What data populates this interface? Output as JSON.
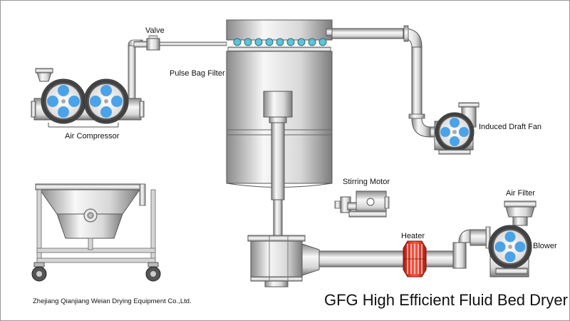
{
  "title": "GFG High Efficient Fluid Bed Dryer",
  "company": "Zhejiang Qianjiang Weian Drying Equipment Co.,Ltd.",
  "labels": {
    "valve": "Valve",
    "pulse_bag_filter": "Pulse Bag Filter",
    "air_compressor": "Air Compressor",
    "induced_draft_fan": "Induced Draft Fan",
    "stirring_motor": "Stirring Motor",
    "heater": "Heater",
    "air_filter": "Air Filter",
    "blower": "Blower"
  },
  "colors": {
    "metal_light": "#f2f2f2",
    "metal_dark": "#8a8a8a",
    "outline": "#555555",
    "fan_blade": "#4aa3e8",
    "heater": "#e03a2a",
    "frame": "#cfcfcf"
  }
}
